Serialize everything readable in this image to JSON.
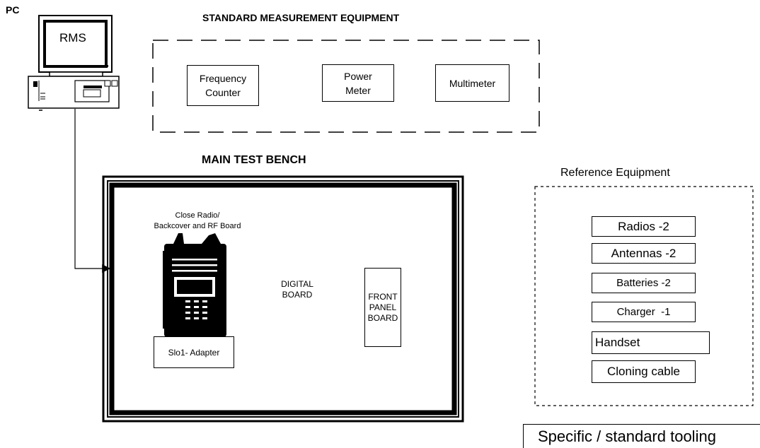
{
  "pc": {
    "label": "PC",
    "screen_text": "RMS"
  },
  "standard_equipment": {
    "title": "STANDARD MEASUREMENT EQUIPMENT",
    "items": [
      {
        "line1": "Frequency",
        "line2": "Counter"
      },
      {
        "line1": "Power",
        "line2": "Meter"
      },
      {
        "line1": "Multimeter",
        "line2": ""
      }
    ]
  },
  "main_bench": {
    "title": "MAIN TEST BENCH",
    "radio_caption_line1": "Close Radio/",
    "radio_caption_line2": "Backcover and RF Board",
    "digital_line1": "DIGITAL",
    "digital_line2": "BOARD",
    "front_panel_line1": "FRONT",
    "front_panel_line2": "PANEL",
    "front_panel_line3": "BOARD",
    "adapter": "Slo1- Adapter"
  },
  "reference": {
    "title": "Reference Equipment",
    "items": [
      "Radios -2",
      "Antennas -2",
      "Batteries -2",
      "Charger  -1",
      "Handset",
      "Cloning cable"
    ]
  },
  "tooling": "Specific / standard tooling"
}
